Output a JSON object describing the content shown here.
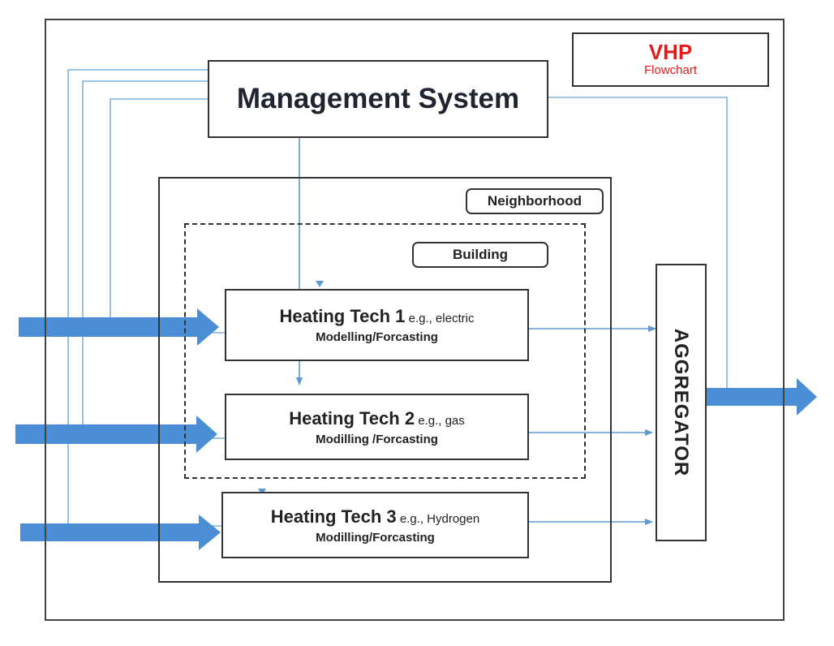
{
  "vhp": {
    "title": "VHP",
    "subtitle": "Flowchart"
  },
  "management": {
    "label": "Management System"
  },
  "neighborhood": {
    "label": "Neighborhood"
  },
  "building": {
    "label": "Building"
  },
  "techs": [
    {
      "name": "Heating Tech 1",
      "eg": "e.g., electric",
      "sub": "Modelling/Forcasting"
    },
    {
      "name": "Heating Tech 2",
      "eg": "e.g., gas",
      "sub": "Modilling /Forcasting"
    },
    {
      "name": "Heating Tech 3",
      "eg": "e.g., Hydrogen",
      "sub": "Modilling/Forcasting"
    }
  ],
  "aggregator": {
    "label": "AGGREGATOR"
  },
  "colors": {
    "line": "#5b9bd5",
    "arrow": "#4a8fd6",
    "vhp_red": "#e8191b",
    "border": "#333333"
  }
}
